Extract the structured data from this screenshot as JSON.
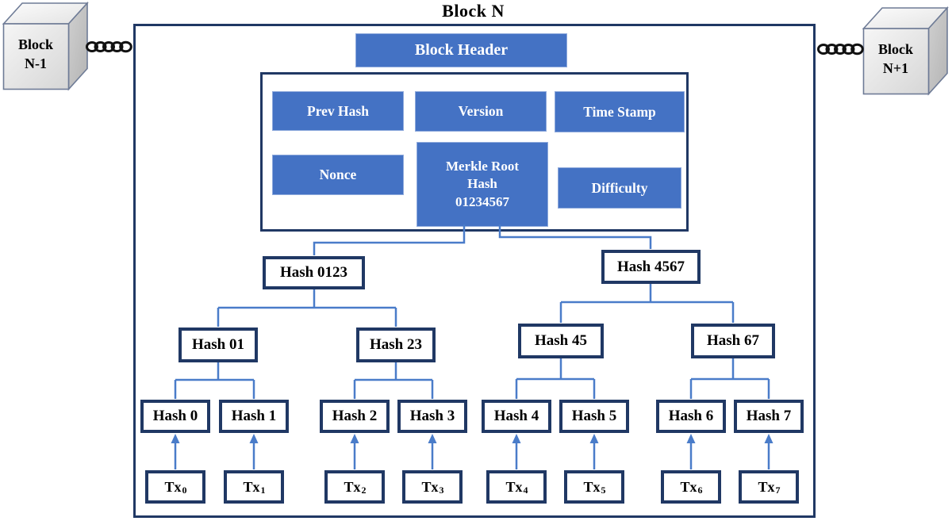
{
  "title": "Block N",
  "neighbors": {
    "prev": {
      "line1": "Block",
      "line2": "N-1"
    },
    "next": {
      "line1": "Block",
      "line2": "N+1"
    }
  },
  "header": {
    "block_header_label": "Block Header",
    "fields": {
      "prev_hash": "Prev Hash",
      "version": "Version",
      "time_stamp": "Time Stamp",
      "nonce": "Nonce",
      "difficulty": "Difficulty",
      "merkle_root": {
        "line1": "Merkle Root",
        "line2": "Hash",
        "line3": "01234567"
      }
    }
  },
  "merkle_tree": {
    "level2": [
      "Hash 0123",
      "Hash 4567"
    ],
    "level3": [
      "Hash 01",
      "Hash 23",
      "Hash 45",
      "Hash 67"
    ],
    "level4": [
      "Hash 0",
      "Hash 1",
      "Hash 2",
      "Hash 3",
      "Hash 4",
      "Hash 5",
      "Hash 6",
      "Hash 7"
    ],
    "transactions": [
      {
        "base": "Tx",
        "sub": "0"
      },
      {
        "base": "Tx",
        "sub": "1"
      },
      {
        "base": "Tx",
        "sub": "2"
      },
      {
        "base": "Tx",
        "sub": "3"
      },
      {
        "base": "Tx",
        "sub": "4"
      },
      {
        "base": "Tx",
        "sub": "5"
      },
      {
        "base": "Tx",
        "sub": "6"
      },
      {
        "base": "Tx",
        "sub": "7"
      }
    ]
  },
  "colors": {
    "accent_blue": "#4472C4",
    "border_navy": "#203864",
    "connector_blue": "#4a7cc9",
    "text_on_blue": "#ffffff",
    "chain_black": "#111111"
  }
}
